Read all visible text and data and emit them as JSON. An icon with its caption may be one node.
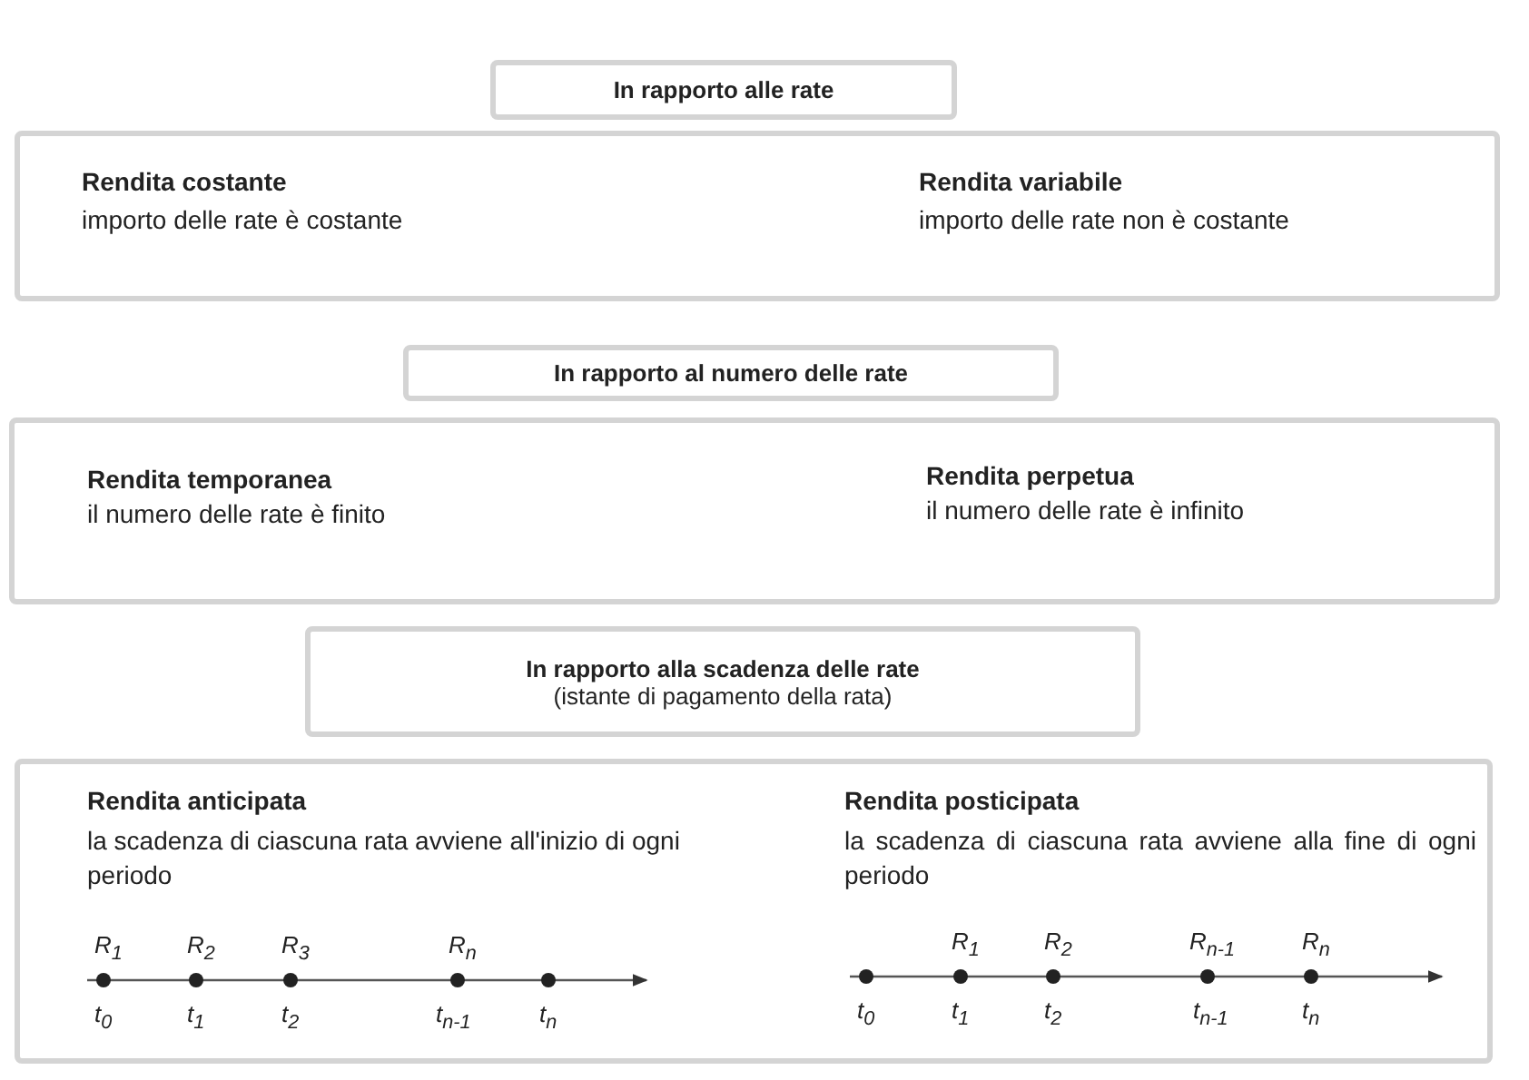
{
  "diagram": {
    "nodes": [
      {
        "text": [
          "In rapporto alle rate"
        ]
      },
      {
        "text": [
          "Rendita costante",
          "importo delle rate è costante",
          "Rendita variabile",
          "importo delle rate non è costante"
        ]
      },
      {
        "text": [
          "In rapporto al numero delle rate"
        ]
      },
      {
        "text": [
          "Rendita temporanea",
          "il numero delle rate è finito",
          "Rendita perpetua",
          "il numero delle rate è infinito"
        ]
      },
      {
        "text": [
          "In rapporto alla scadenza delle rate",
          "(istante di pagamento della rata)"
        ]
      },
      {
        "text": [
          "Rendita anticipata",
          "la scadenza di ciascuna rata avviene all'inizio di ogni periodo",
          "Rendita posticipata",
          "la scadenza di ciascuna rata avviene alla fine di ogni periodo"
        ]
      }
    ],
    "edges": [],
    "labels": [
      "R$_{1}$",
      "R$_{2}$",
      "R$_{3}$",
      "R$_{n}$",
      "t$_{0}$",
      "t$_{1}$",
      "t$_{2}$",
      "t$_{n-1}$",
      "t$_{n}$",
      "R$_{1}$",
      "R$_{2}$",
      "R$_{n-1}$",
      "R$_{n}$",
      "t$_{0}$",
      "t$_{1}$",
      "t$_{2}$",
      "t$_{n-1}$",
      "t$_{n}$"
    ]
  }
}
